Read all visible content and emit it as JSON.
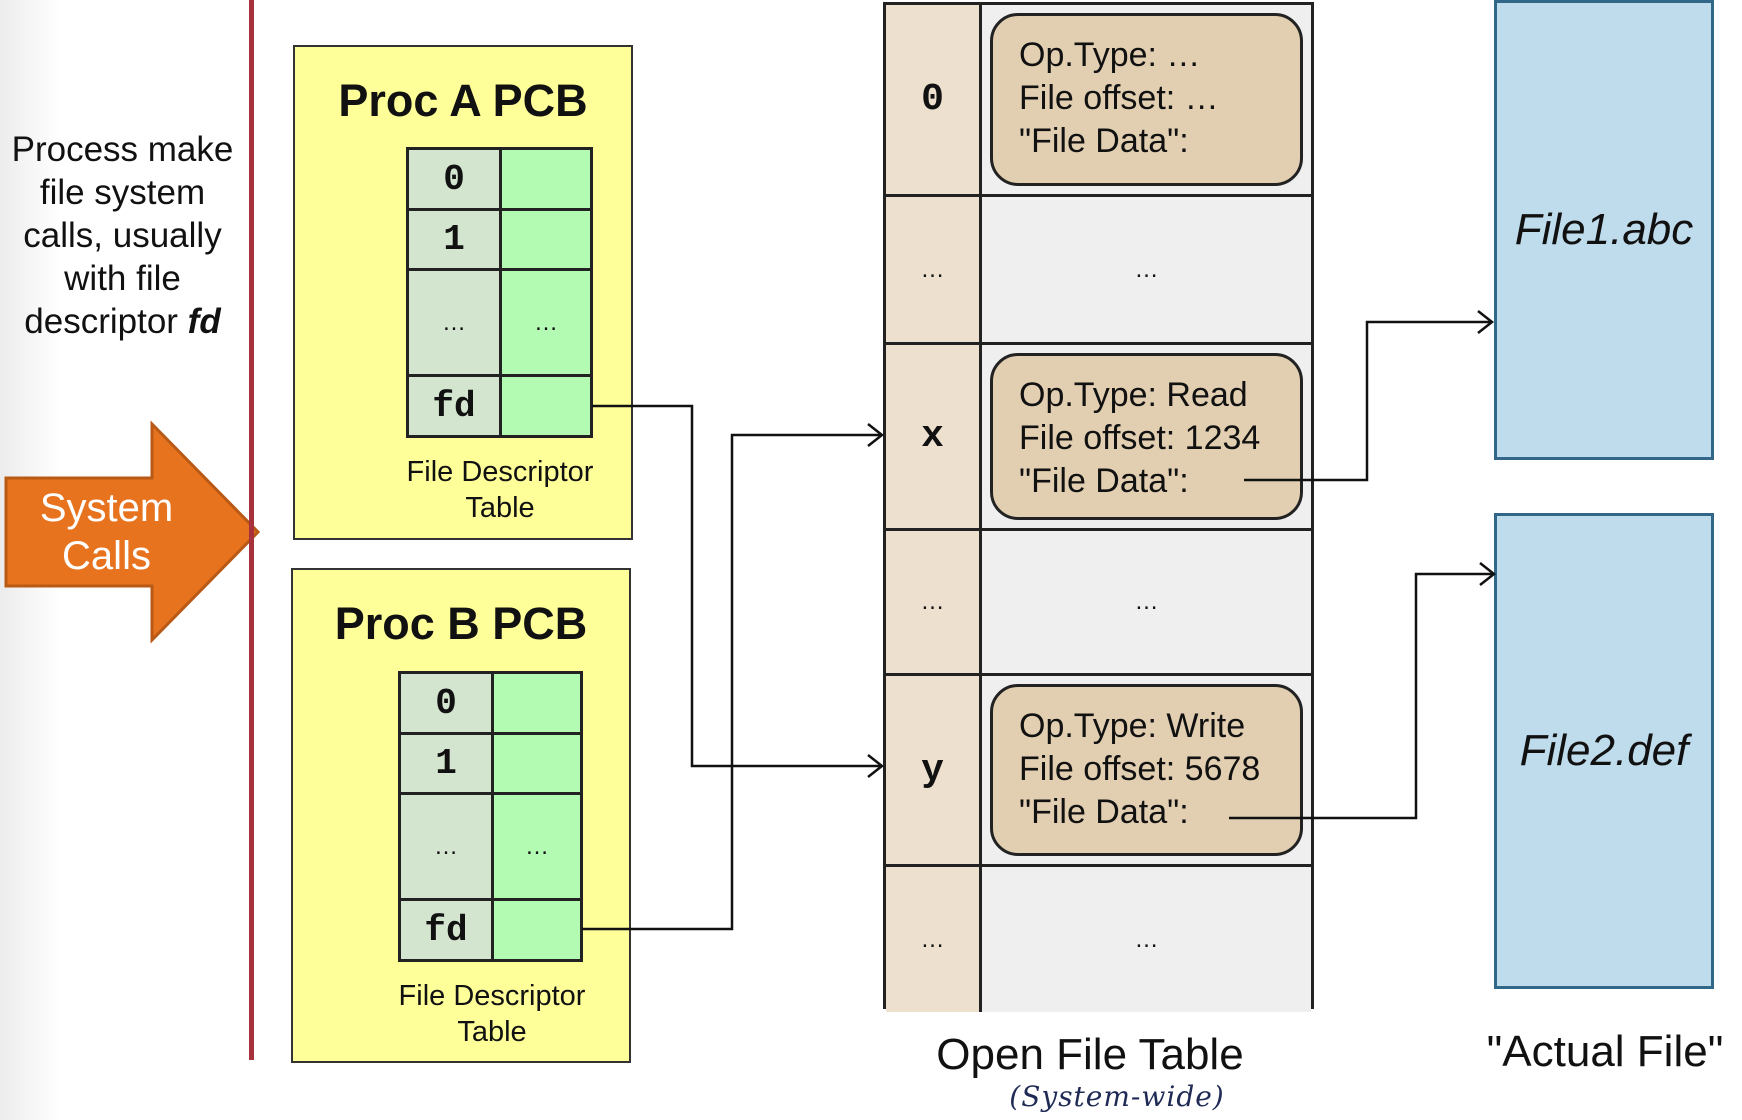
{
  "left_note": {
    "line1": "Process make",
    "line2": "file system",
    "line3": "calls, usually",
    "line4": "with file",
    "line5_prefix": "descriptor ",
    "line5_emph": "fd"
  },
  "system_calls": {
    "line1": "System",
    "line2": "Calls",
    "color": "#e8731f"
  },
  "proc_a": {
    "title": "Proc A PCB",
    "fd_table": [
      {
        "idx": "0",
        "ptr": ""
      },
      {
        "idx": "1",
        "ptr": ""
      },
      {
        "idx": "…",
        "ptr": "…"
      },
      {
        "idx": "fd",
        "ptr": ""
      }
    ],
    "caption_line1": "File Descriptor",
    "caption_line2": "Table"
  },
  "proc_b": {
    "title": "Proc B PCB",
    "fd_table": [
      {
        "idx": "0",
        "ptr": ""
      },
      {
        "idx": "1",
        "ptr": ""
      },
      {
        "idx": "…",
        "ptr": "…"
      },
      {
        "idx": "fd",
        "ptr": ""
      }
    ],
    "caption_line1": "File Descriptor",
    "caption_line2": "Table"
  },
  "open_file_table": {
    "title": "Open File Table",
    "note": "(System-wide)",
    "rows": [
      {
        "idx": "0",
        "op_type": "Op.Type: …",
        "offset": "File offset: …",
        "data": "\"File Data\":"
      },
      {
        "idx": "…",
        "body": "…"
      },
      {
        "idx": "x",
        "op_type": "Op.Type: Read",
        "offset": "File offset: 1234",
        "data": "\"File Data\":"
      },
      {
        "idx": "…",
        "body": "…"
      },
      {
        "idx": "y",
        "op_type": "Op.Type: Write",
        "offset": "File offset: 5678",
        "data": "\"File Data\":"
      },
      {
        "idx": "…",
        "body": "…"
      }
    ]
  },
  "files": [
    {
      "name": "File1.abc"
    },
    {
      "name": "File2.def"
    }
  ],
  "actual_file_label": "\"Actual File\""
}
